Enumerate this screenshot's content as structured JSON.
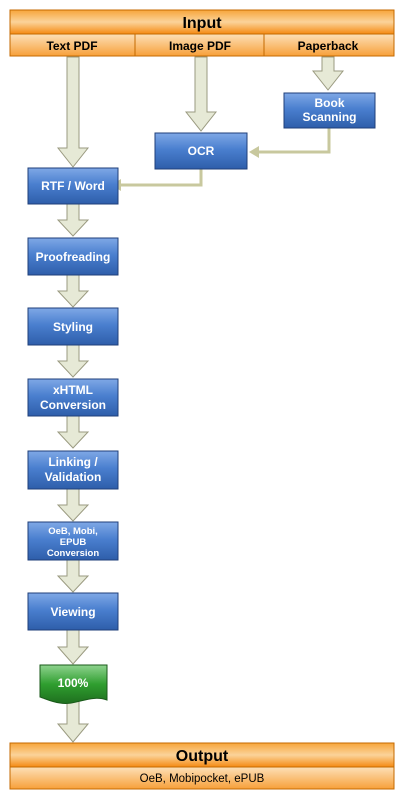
{
  "header": {
    "title": "Input",
    "columns": [
      "Text PDF",
      "Image PDF",
      "Paperback"
    ]
  },
  "steps": {
    "book_scanning": [
      "Book",
      "Scanning"
    ],
    "ocr": "OCR",
    "rtf_word": "RTF / Word",
    "proofreading": "Proofreading",
    "styling": "Styling",
    "xhtml": [
      "xHTML",
      "Conversion"
    ],
    "linking": [
      "Linking /",
      "Validation"
    ],
    "oeb": [
      "OeB, Mobi,",
      "EPUB",
      "Conversion"
    ],
    "viewing": "Viewing",
    "complete": "100%"
  },
  "footer": {
    "title": "Output",
    "formats": "OeB, Mobipocket, ePUB"
  },
  "colors": {
    "orange": "#f7941d",
    "blue_box": "#3f74c4",
    "green_doc": "#2e8b2e",
    "arrow_fill": "#e6e9d6",
    "arrow_stroke": "#9a9a80",
    "connector": "#c8c89e"
  }
}
